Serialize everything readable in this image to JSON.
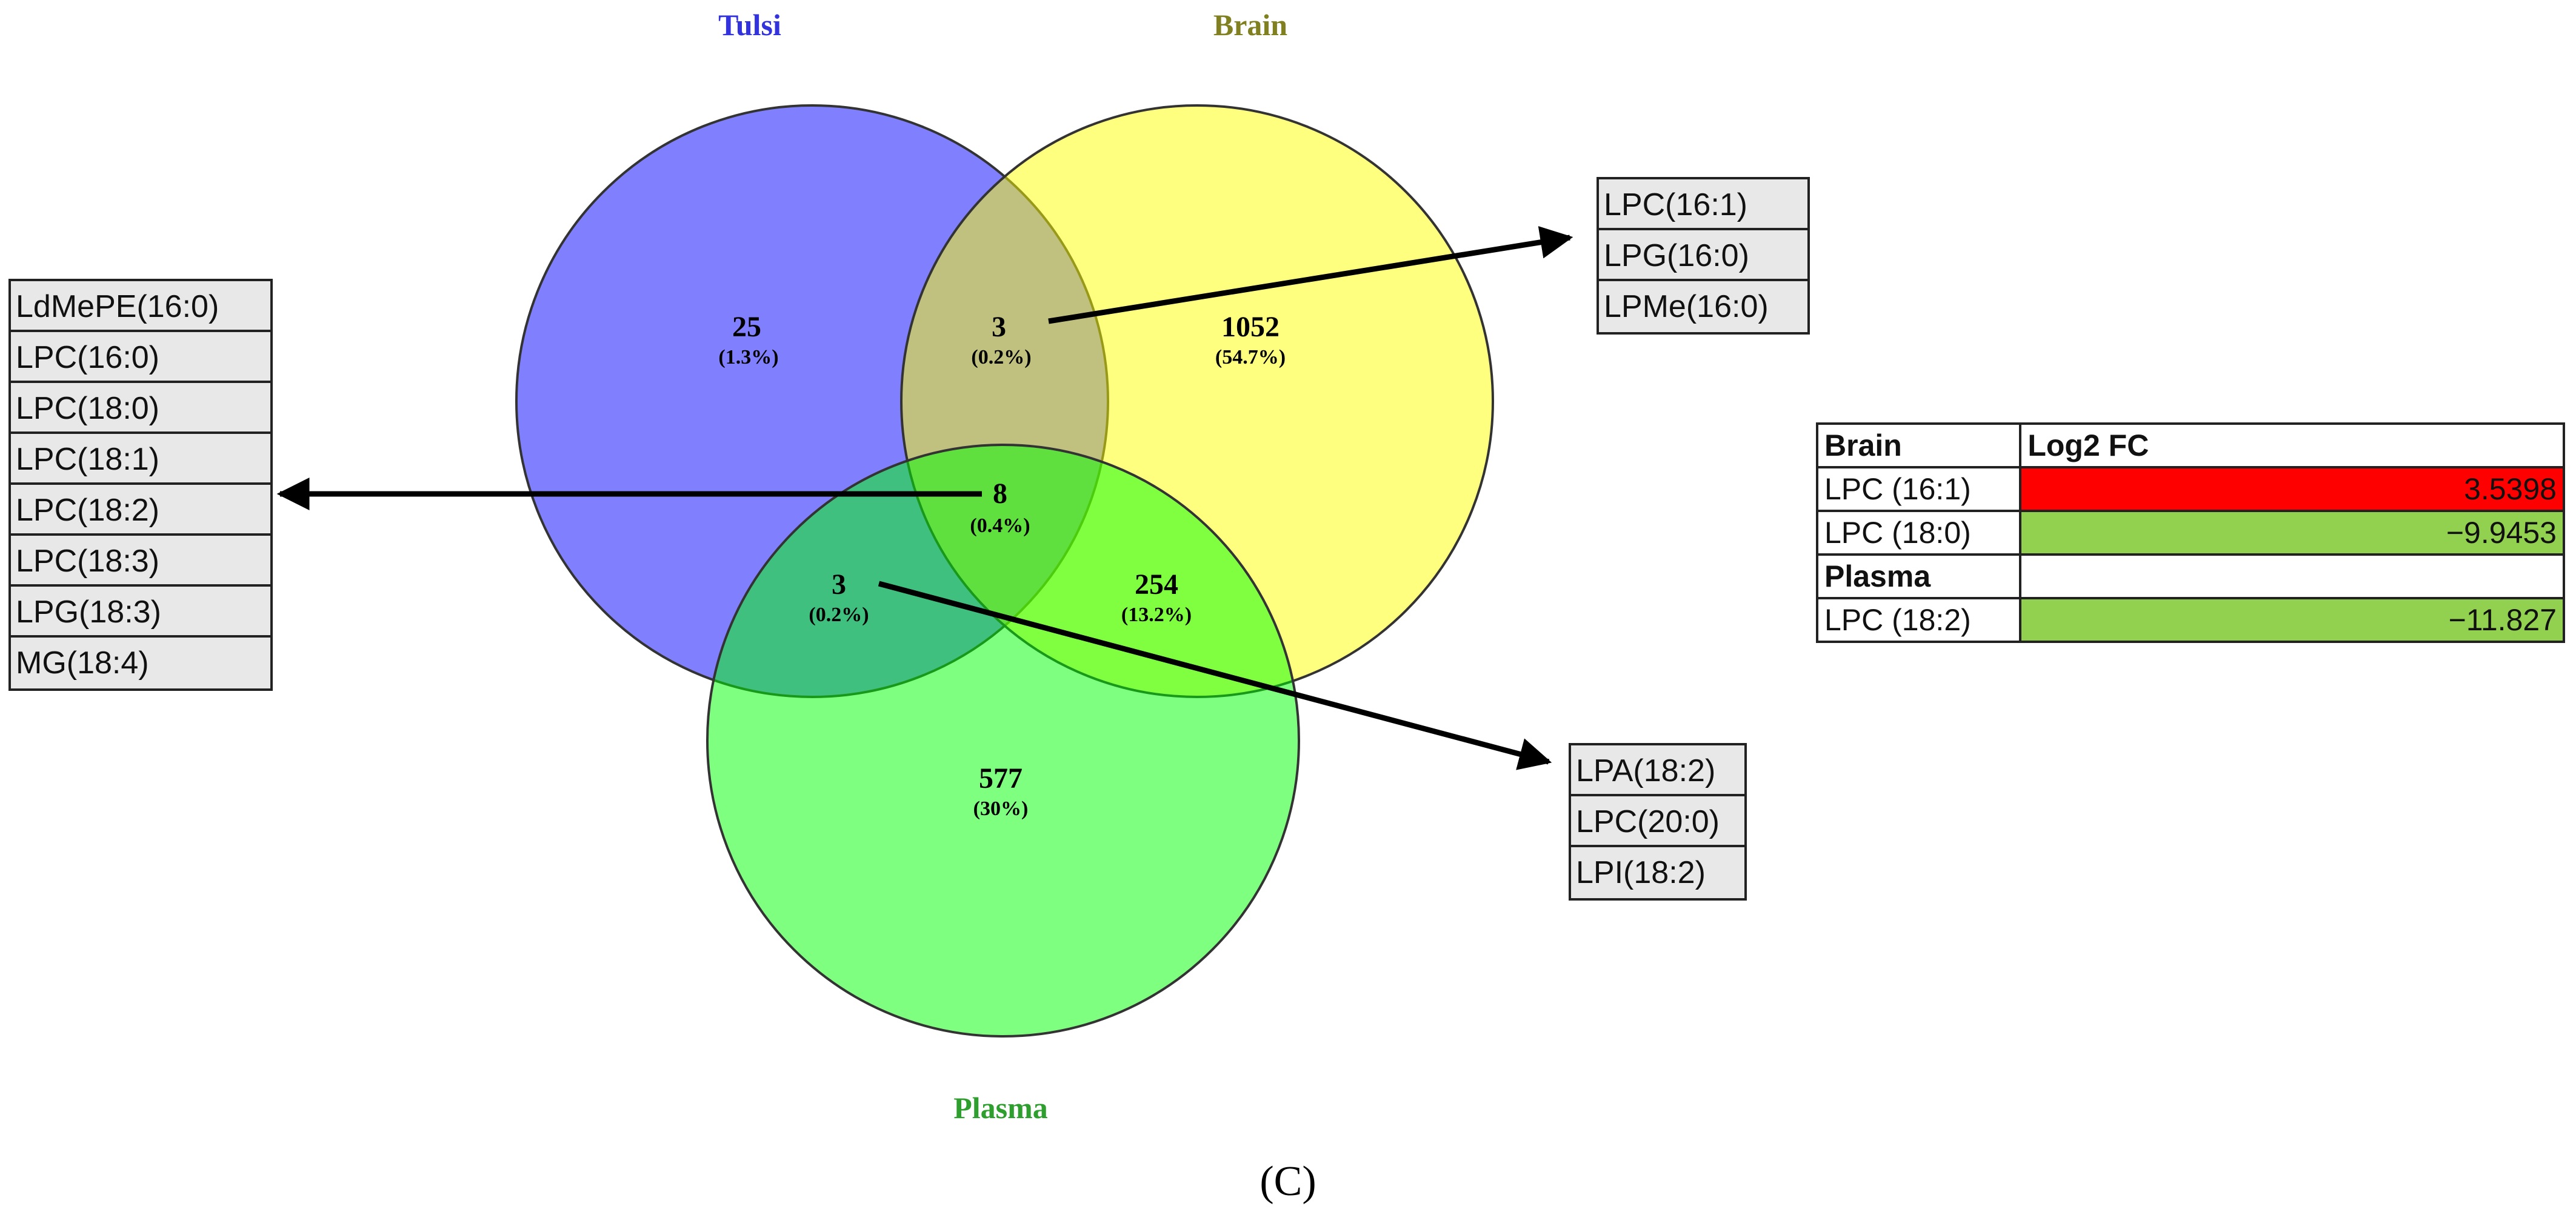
{
  "titles": {
    "tulsi": "Tulsi",
    "brain": "Brain",
    "plasma": "Plasma"
  },
  "colors": {
    "tulsi_fill": "#8080ff",
    "brain_fill": "#ffff80",
    "plasma_fill": "#80ff80",
    "tulsi_title": "#3333dd",
    "brain_title": "#808020",
    "plasma_title": "#2e9e2e",
    "fc_positive": "#ff0000",
    "fc_negative": "#92d050"
  },
  "regions": {
    "tulsi_only": {
      "count": "25",
      "pct": "(1.3%)"
    },
    "tulsi_brain": {
      "count": "3",
      "pct": "(0.2%)"
    },
    "brain_only": {
      "count": "1052",
      "pct": "(54.7%)"
    },
    "all_three": {
      "count": "8",
      "pct": "(0.4%)"
    },
    "tulsi_plasma": {
      "count": "3",
      "pct": "(0.2%)"
    },
    "brain_plasma": {
      "count": "254",
      "pct": "(13.2%)"
    },
    "plasma_only": {
      "count": "577",
      "pct": "(30%)"
    }
  },
  "lists": {
    "all_three": [
      "LdMePE(16:0)",
      "LPC(16:0)",
      "LPC(18:0)",
      "LPC(18:1)",
      "LPC(18:2)",
      "LPC(18:3)",
      "LPG(18:3)",
      "MG(18:4)"
    ],
    "tulsi_brain": [
      "LPC(16:1)",
      "LPG(16:0)",
      "LPMe(16:0)"
    ],
    "tulsi_plasma": [
      "LPA(18:2)",
      "LPC(20:0)",
      "LPI(18:2)"
    ]
  },
  "fc_table": {
    "header": {
      "col1": "Brain",
      "col2": "Log2 FC"
    },
    "brain_rows": [
      {
        "name": "LPC (16:1)",
        "value": "3.5398"
      },
      {
        "name": "LPC (18:0)",
        "value": "−9.9453"
      }
    ],
    "plasma_header": "Plasma",
    "plasma_rows": [
      {
        "name": "LPC (18:2)",
        "value": "−11.827"
      }
    ]
  },
  "panel_label": "(C)"
}
